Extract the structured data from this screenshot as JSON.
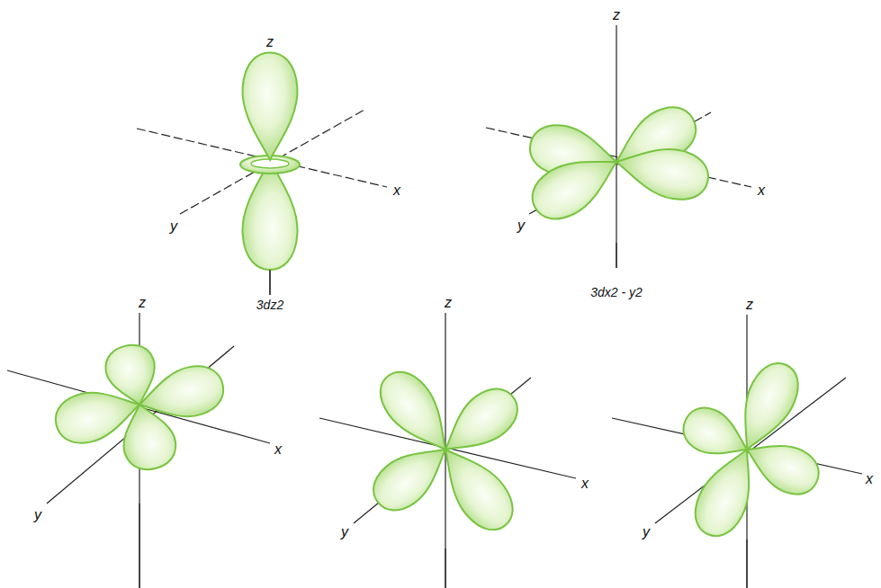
{
  "diagram": {
    "labels": [
      "z",
      "y",
      "x",
      "3dz2",
      "z",
      "y",
      "x",
      "3dx2 - y2",
      "z",
      "y",
      "x",
      "z",
      "y",
      "x",
      "z",
      "y",
      "x"
    ]
  }
}
